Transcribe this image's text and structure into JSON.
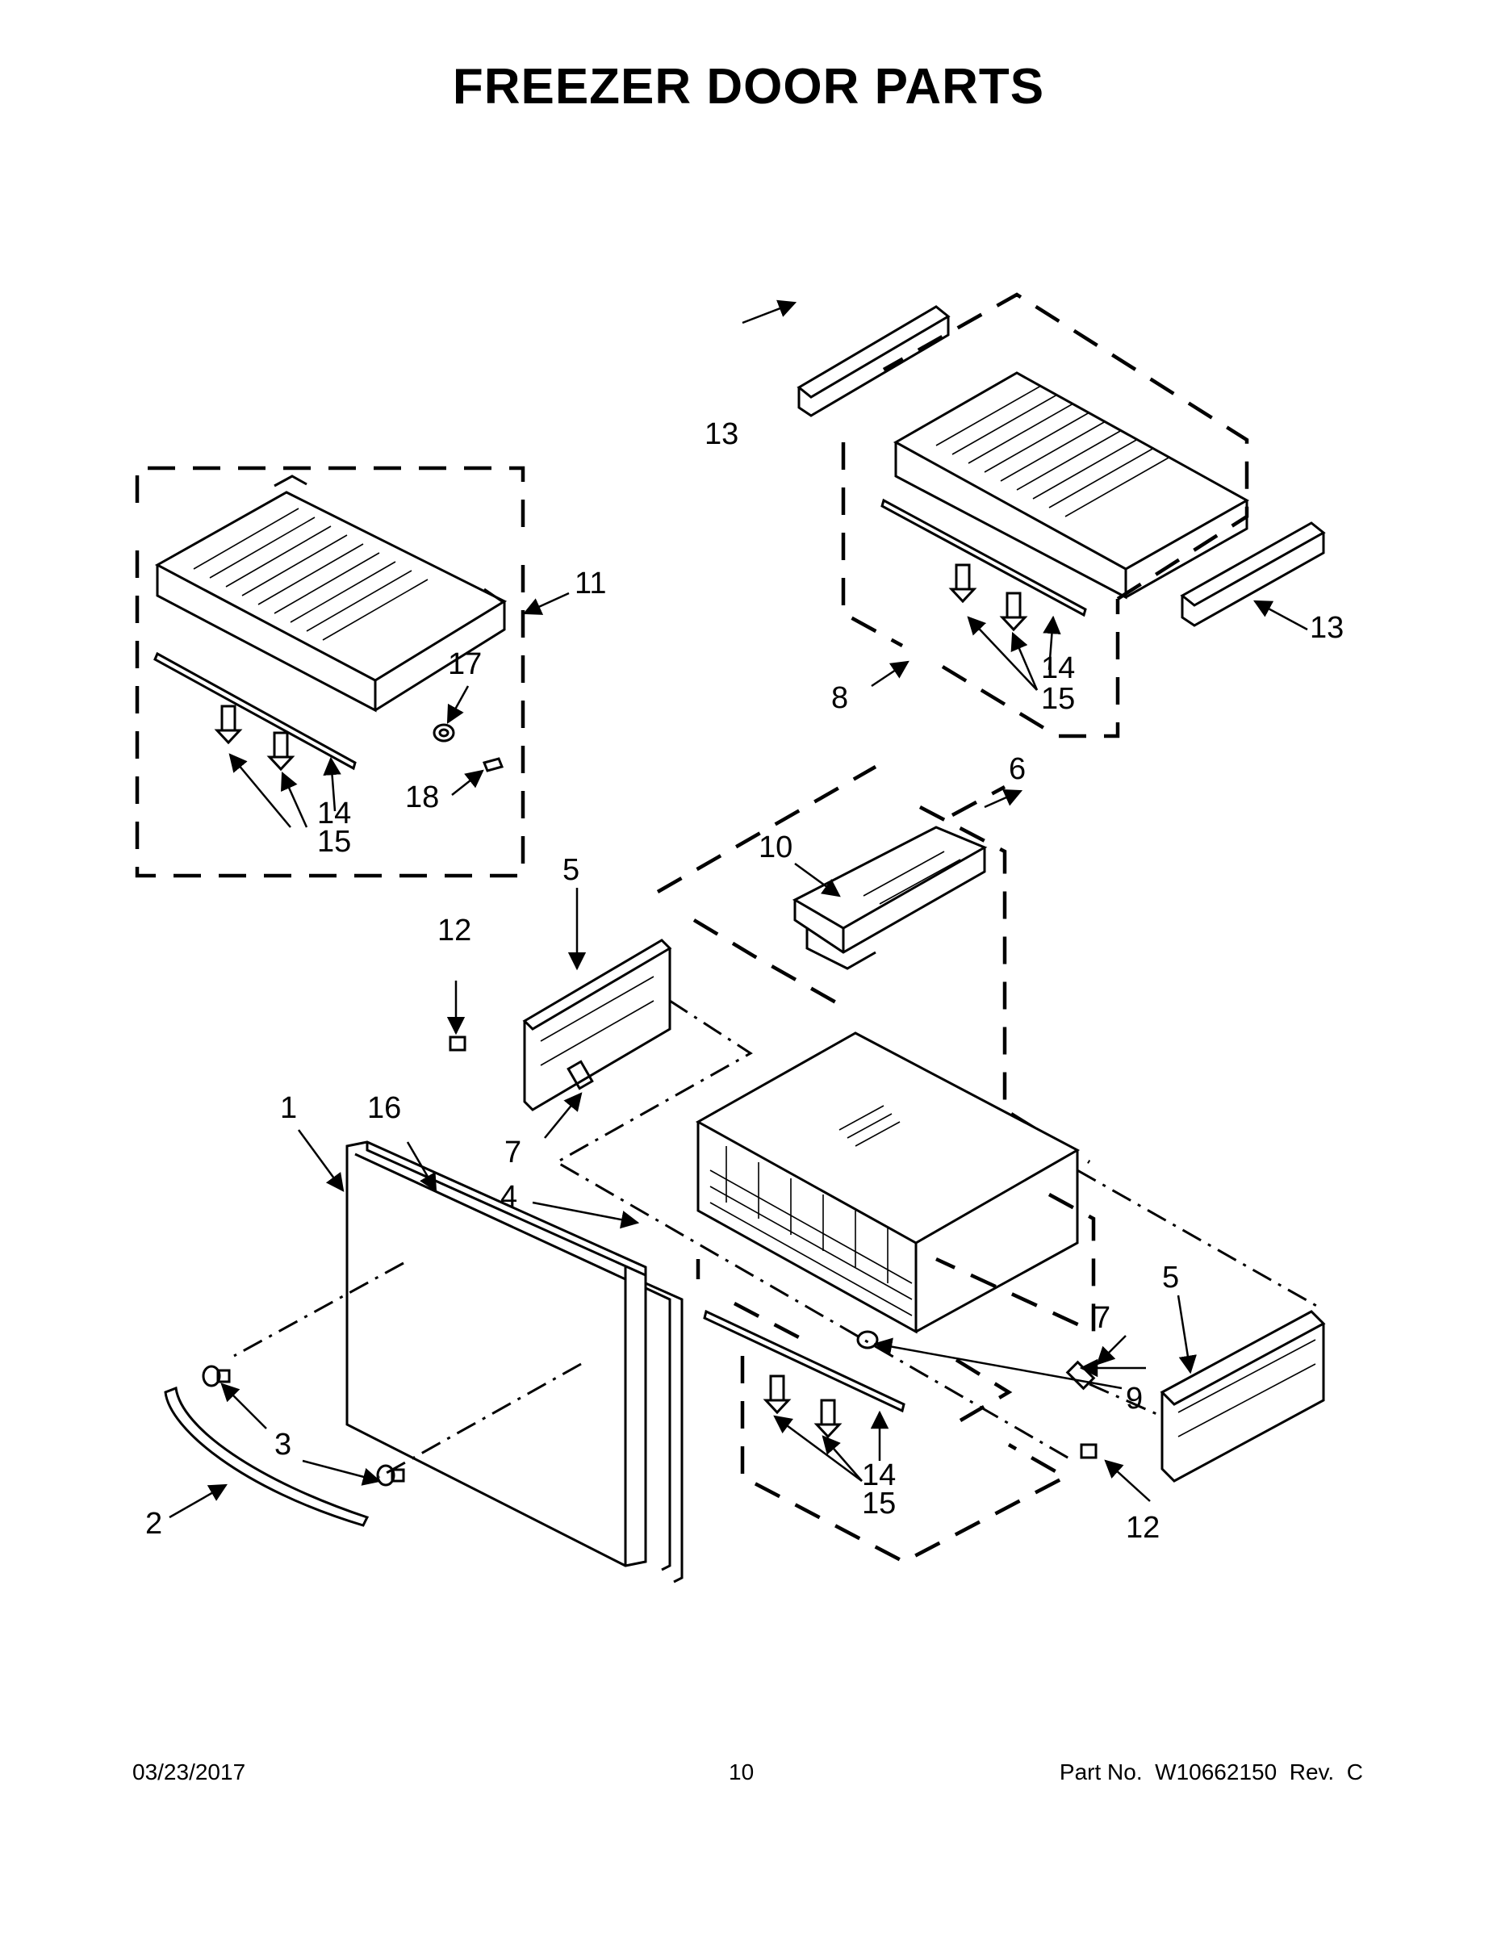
{
  "title": "FREEZER DOOR PARTS",
  "callouts": {
    "c1": "1",
    "c2": "2",
    "c3": "3",
    "c4": "4",
    "c5a": "5",
    "c5b": "5",
    "c6": "6",
    "c7a": "7",
    "c7b": "7",
    "c8": "8",
    "c9": "9",
    "c10": "10",
    "c11": "11",
    "c12a": "12",
    "c12b": "12",
    "c13a": "13",
    "c13b": "13",
    "c14a": "14",
    "c15a": "15",
    "c14b": "14",
    "c15b": "15",
    "c14c": "14",
    "c15c": "15",
    "c16": "16",
    "c17": "17",
    "c18": "18"
  },
  "footer": {
    "date": "03/23/2017",
    "page": "10",
    "part_no": "Part No.  W10662150  Rev.  C"
  }
}
